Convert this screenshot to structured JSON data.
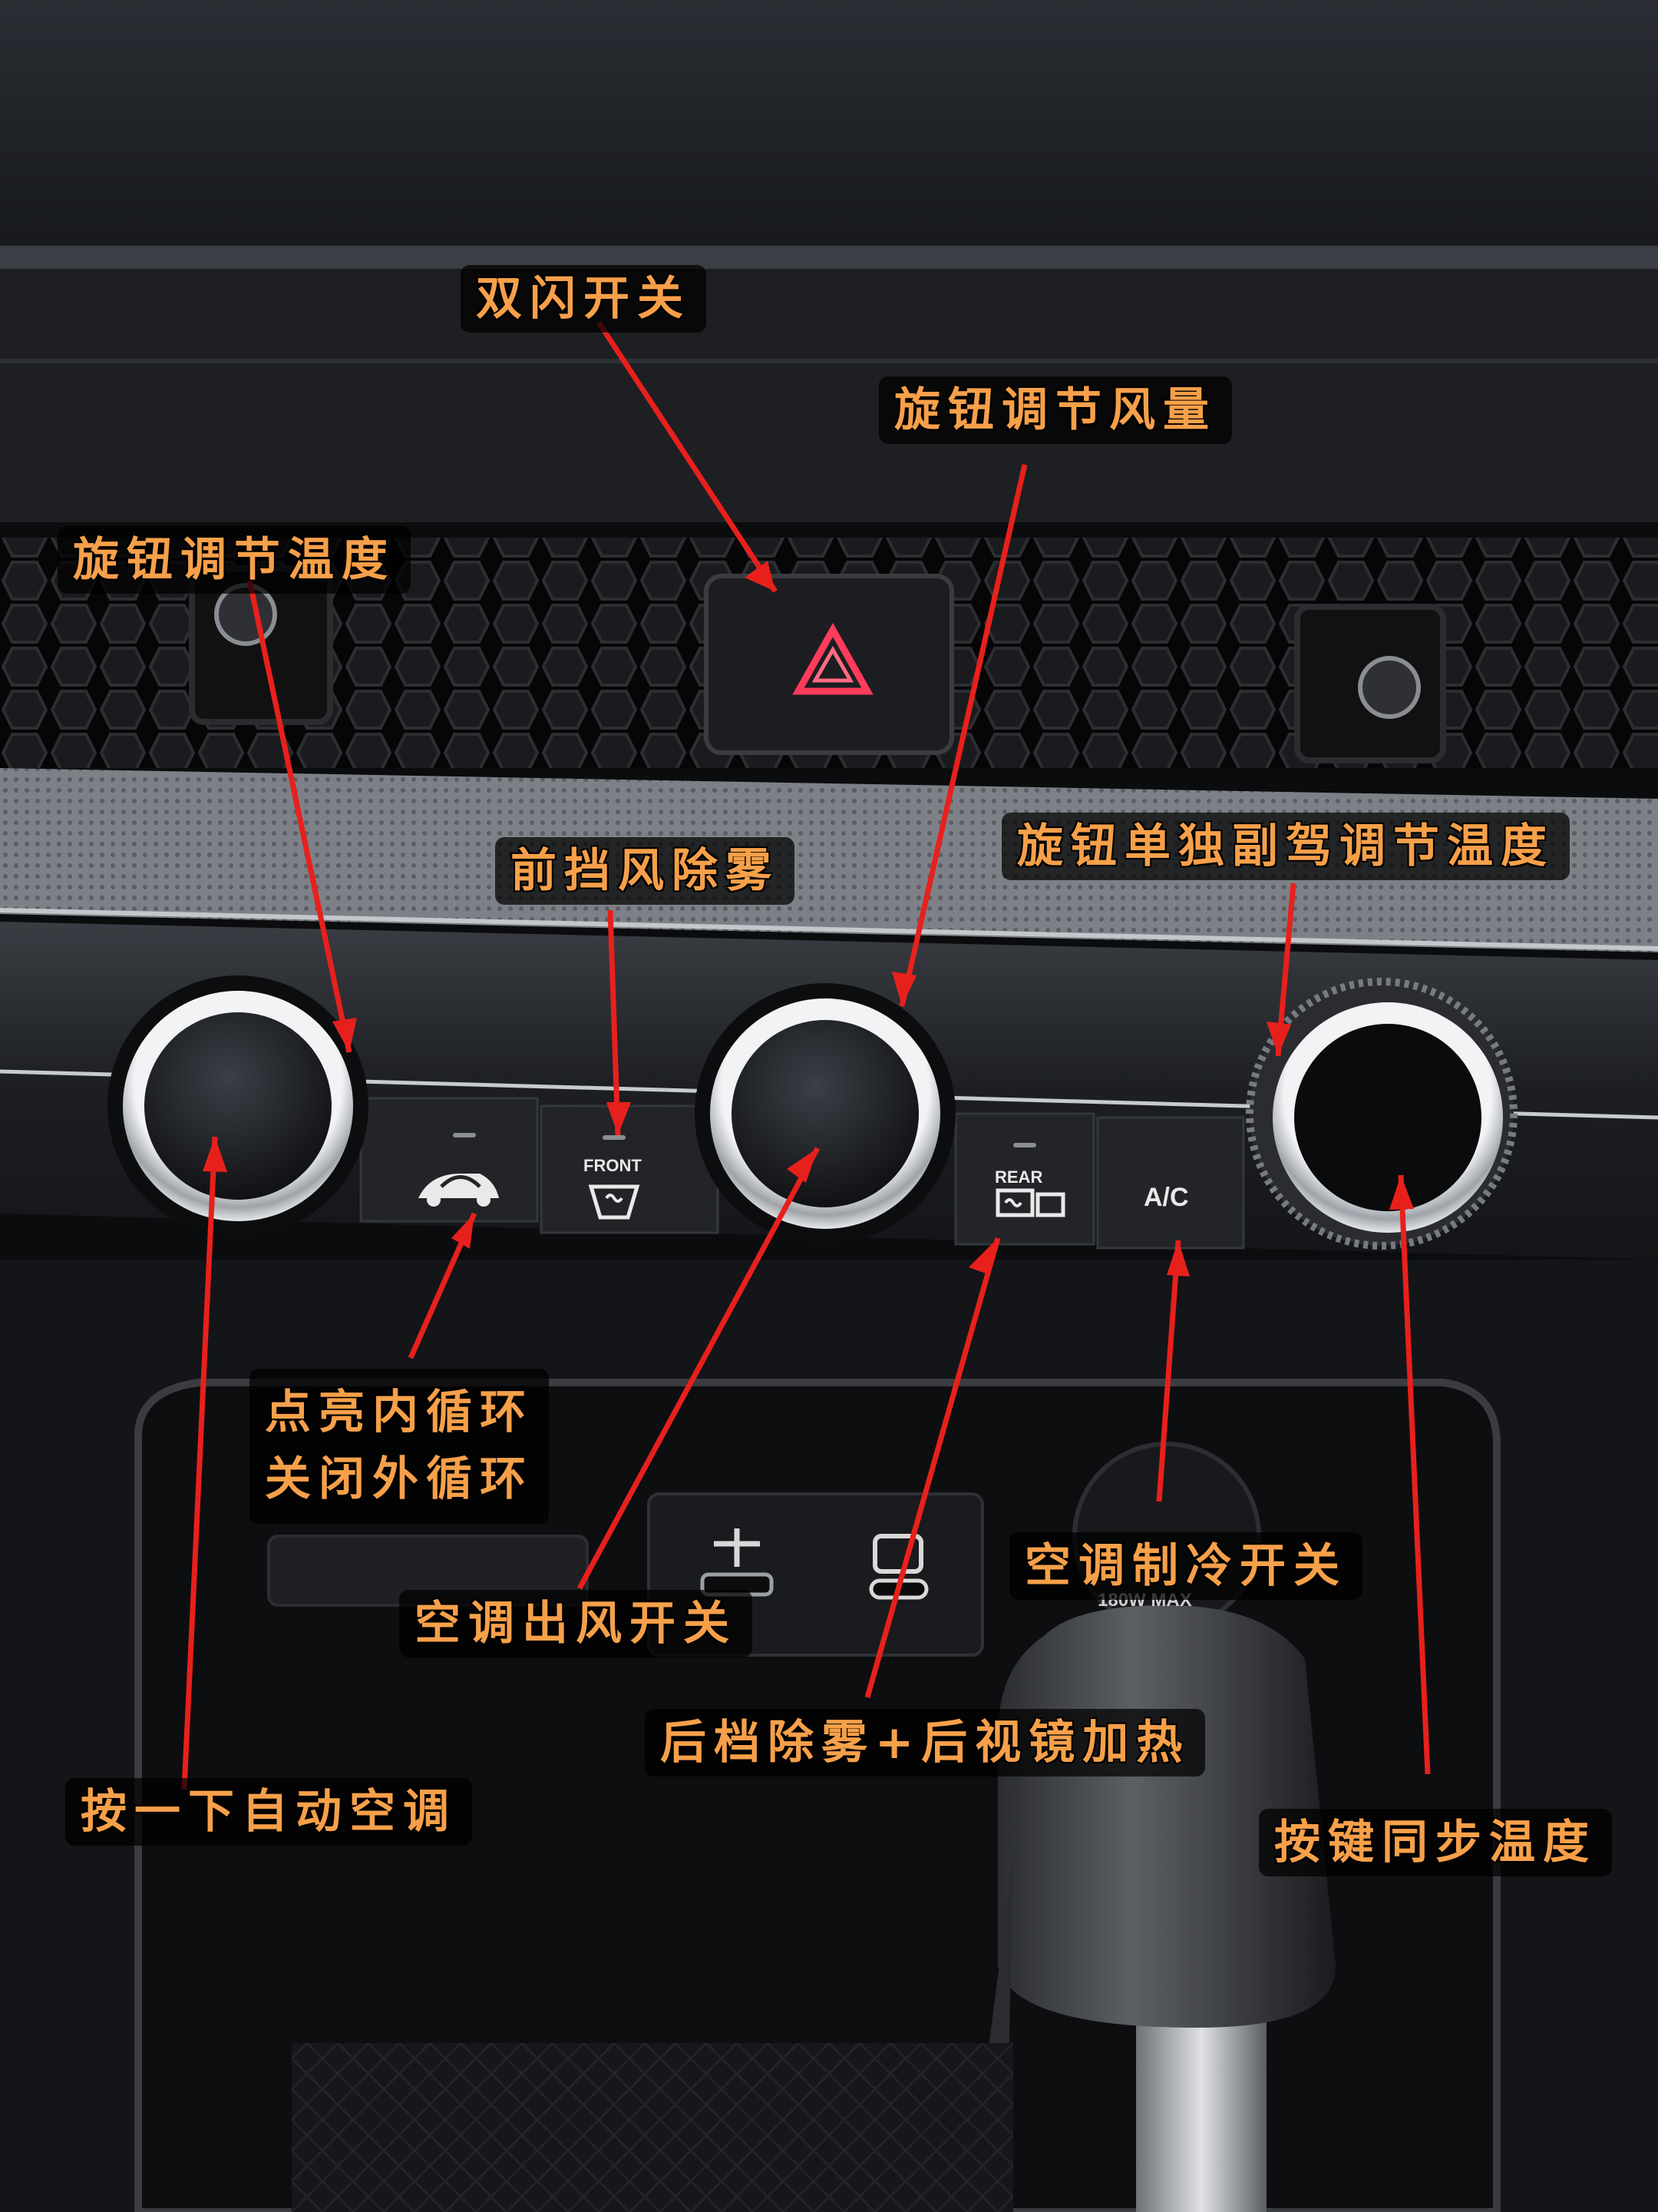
{
  "labels": {
    "hazard": "双闪开关",
    "fan_knob": "旋钮调节风量",
    "temp_knob": "旋钮调节温度",
    "front_defrost": "前挡风除雾",
    "passenger_temp": "旋钮单独副驾调节温度",
    "recirc_line1": "点亮内循环",
    "recirc_line2": "关闭外循环",
    "airflow_switch": "空调出风开关",
    "ac_switch": "空调制冷开关",
    "rear_defrost": "后档除雾+后视镜加热",
    "auto_ac": "按一下自动空调",
    "sync": "按键同步温度"
  },
  "panel": {
    "front_text": "FRONT",
    "rear_text": "REAR",
    "ac_text": "A/C",
    "charger_text": "180W MAX"
  },
  "colors": {
    "label_text": "#f6a04a",
    "arrow": "#e8201c",
    "hazard_icon": "#ff3b5c"
  }
}
